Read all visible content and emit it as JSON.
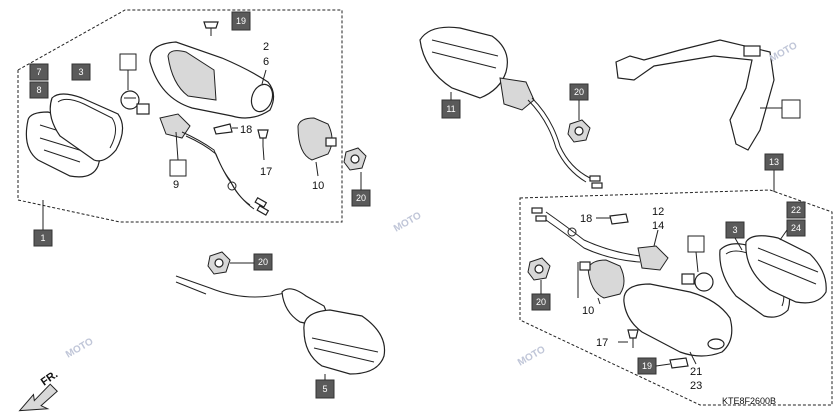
{
  "diagram_code": "KTE8F2600B",
  "direction_label": "FR.",
  "watermark": "MOTO",
  "ref_boxes": {
    "b1": "1",
    "b3a": "3",
    "b3b": "3",
    "b5": "5",
    "b7": "7",
    "b8": "8",
    "b11": "11",
    "b13": "13",
    "b19a": "19",
    "b19b": "19",
    "b20a": "20",
    "b20b": "20",
    "b20c": "20",
    "b20d": "20",
    "b22": "22",
    "b24": "24"
  },
  "labels": {
    "n2": "2",
    "n6": "6",
    "n9": "9",
    "n10a": "10",
    "n10b": "10",
    "n12": "12",
    "n14": "14",
    "n17a": "17",
    "n17b": "17",
    "n18a": "18",
    "n18b": "18",
    "n21": "21",
    "n23": "23"
  }
}
